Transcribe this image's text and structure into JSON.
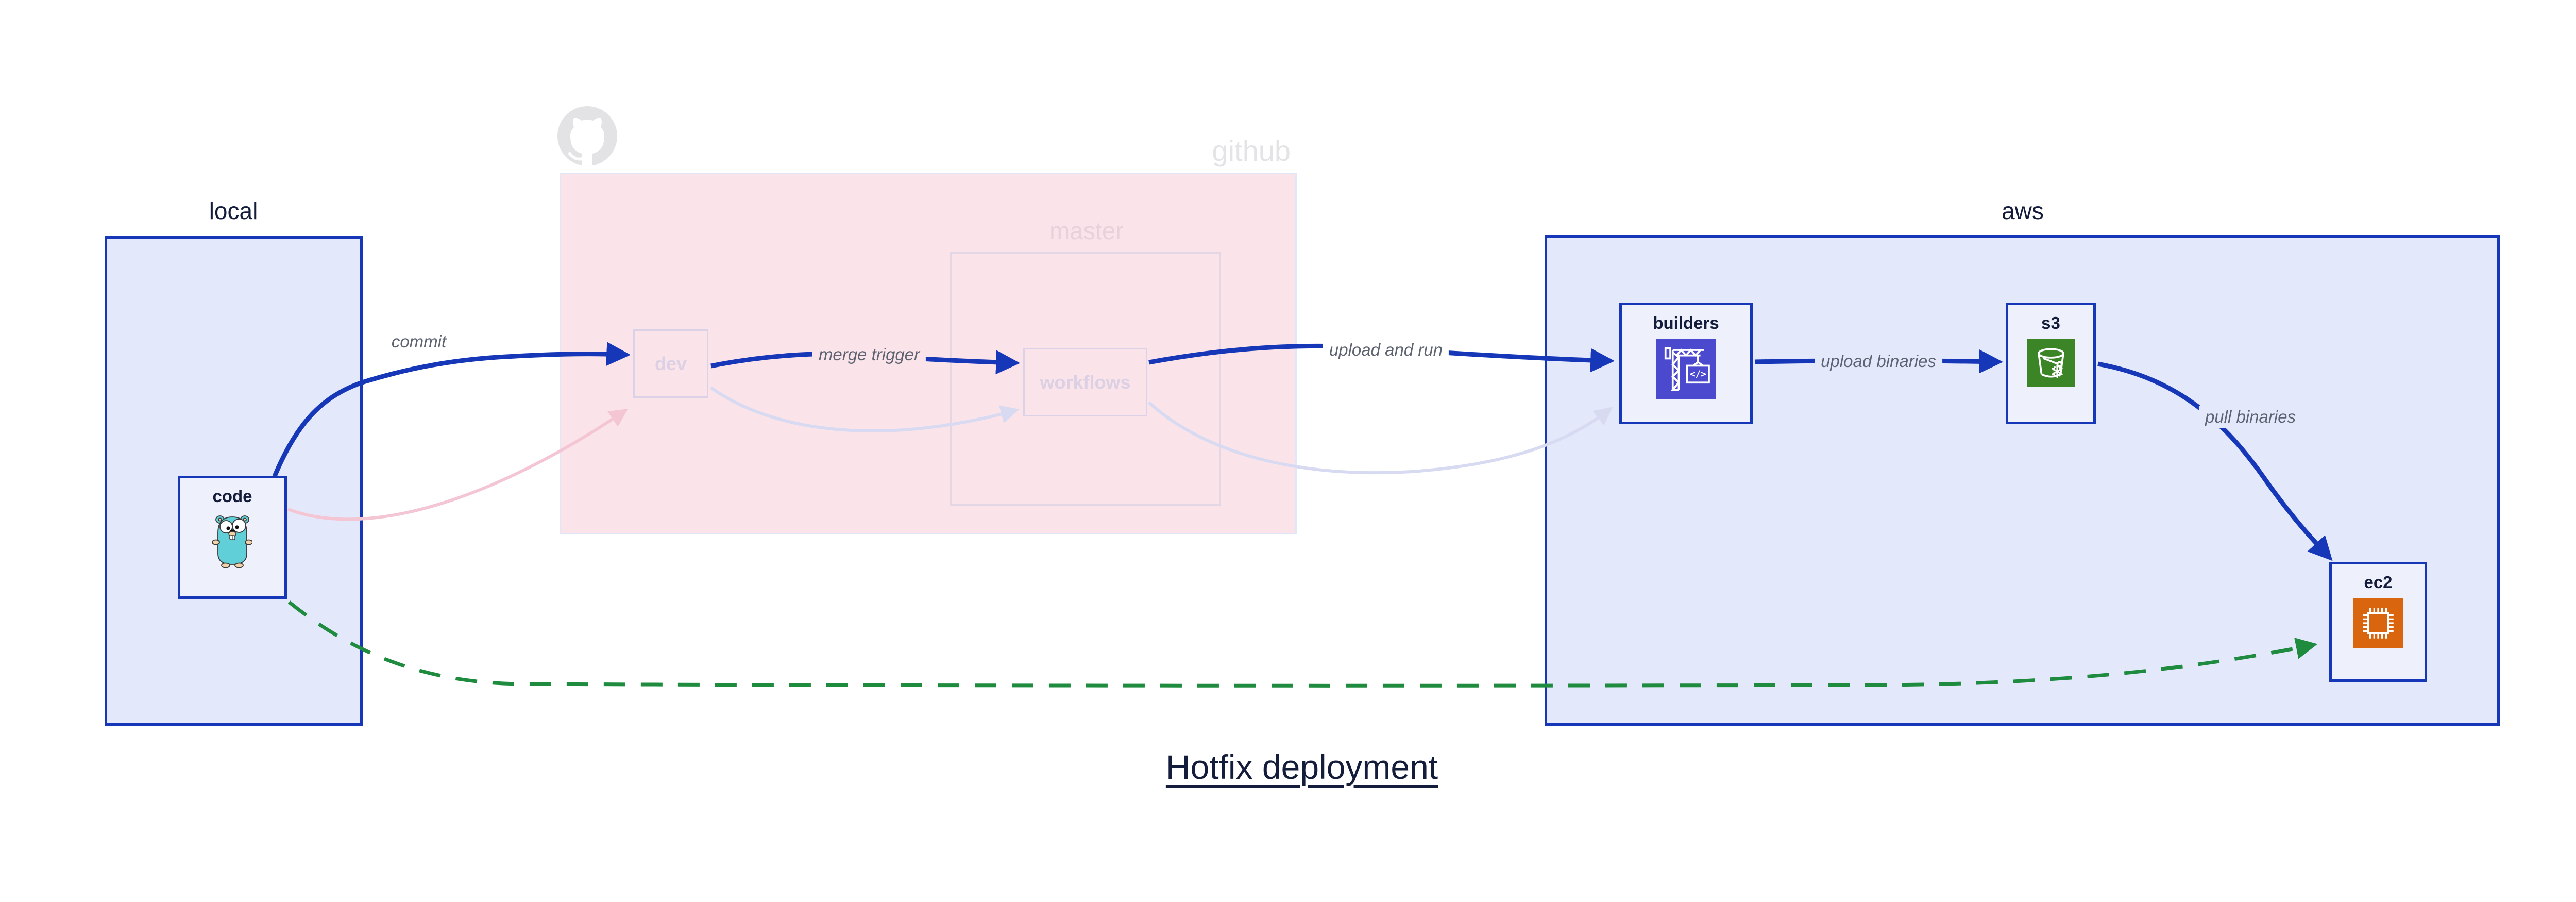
{
  "title": {
    "text": "Hotfix deployment"
  },
  "containers": {
    "local": {
      "label": "local"
    },
    "github": {
      "label": "github"
    },
    "master": {
      "label": "master"
    },
    "aws": {
      "label": "aws"
    }
  },
  "nodes": {
    "code": {
      "label": "code",
      "icon": "gopher-icon"
    },
    "dev": {
      "label": "dev"
    },
    "workflows": {
      "label": "workflows"
    },
    "builders": {
      "label": "builders",
      "icon": "codebuild-crane-icon"
    },
    "s3": {
      "label": "s3",
      "icon": "s3-bucket-icon"
    },
    "ec2": {
      "label": "ec2",
      "icon": "ec2-chip-icon"
    }
  },
  "edges": {
    "commit": {
      "label": "commit",
      "from": "code",
      "to": "dev",
      "style": "solid-blue"
    },
    "code_dev_faded": {
      "label": "",
      "from": "code",
      "to": "dev",
      "style": "faded-pink"
    },
    "merge_trigger": {
      "label": "merge trigger",
      "from": "dev",
      "to": "workflows",
      "style": "solid-blue"
    },
    "dev_wf_faded": {
      "label": "",
      "from": "dev",
      "to": "workflows",
      "style": "faded-lavender"
    },
    "upload_and_run": {
      "label": "upload and run",
      "from": "workflows",
      "to": "builders",
      "style": "solid-blue"
    },
    "wf_build_faded": {
      "label": "",
      "from": "workflows",
      "to": "builders",
      "style": "faded-lavender"
    },
    "upload_binaries": {
      "label": "upload binaries",
      "from": "builders",
      "to": "s3",
      "style": "solid-blue"
    },
    "pull_binaries": {
      "label": "pull binaries",
      "from": "s3",
      "to": "ec2",
      "style": "solid-blue"
    },
    "hotfix_path": {
      "label": "",
      "from": "code",
      "to": "ec2",
      "style": "dashed-green"
    }
  },
  "colors": {
    "blue": "#1638b8",
    "containerFill": "#e3e9fb",
    "nodeFill": "#eef1fc",
    "pinkFill": "#fae3e9",
    "pinkBoxBorder": "#e0e7f8",
    "ghostBorder": "#dcd2e8",
    "ghostText": "#dbd0e4",
    "masterBorder": "#e3d7e6",
    "masterText": "#e7d2db",
    "githubGray": "#e4e4e7",
    "octocatGray": "#e3e3e5",
    "navy": "#131c3a",
    "edgeLabel": "#5d6370",
    "green": "#1e8b3e",
    "pinkArrow": "#f4c6d3",
    "lavArrow": "#d8daf1",
    "codebuildPurple": "#4b49cd",
    "s3Green": "#3c8527",
    "ec2Orange": "#d9660f"
  }
}
